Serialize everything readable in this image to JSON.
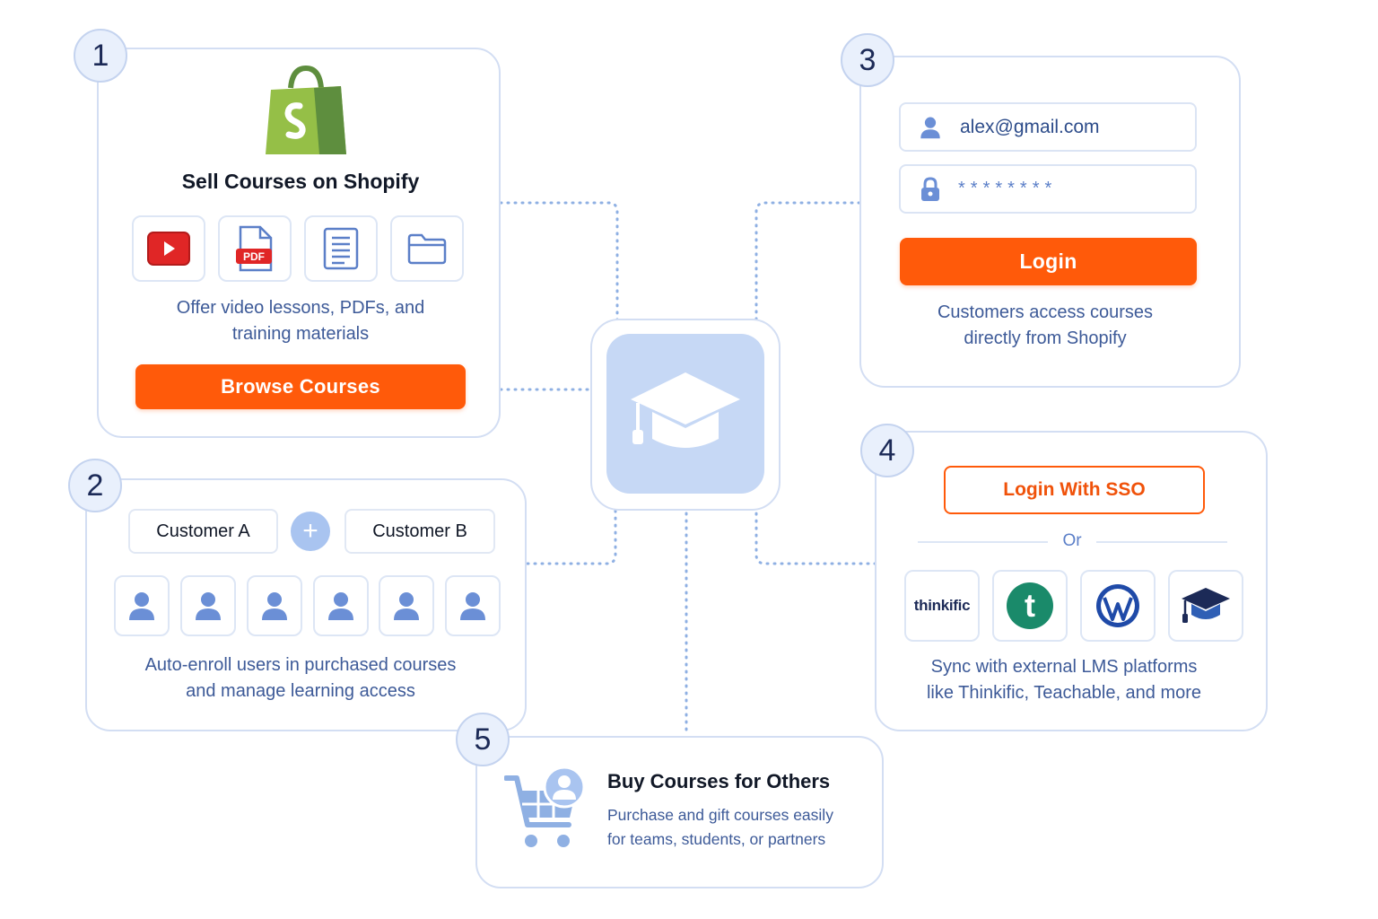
{
  "steps": [
    {
      "number": "1"
    },
    {
      "number": "2"
    },
    {
      "number": "3"
    },
    {
      "number": "4"
    },
    {
      "number": "5"
    }
  ],
  "colors": {
    "accent_orange": "#ff5a0a",
    "primary_blue": "#5b7fc8",
    "card_border": "#d3def3",
    "connector": "#8fb0e3",
    "center_tile": "#c6d8f5"
  },
  "center": {
    "icon": "graduation-cap-icon"
  },
  "card1": {
    "title": "Sell Courses on Shopify",
    "icons": [
      "youtube-icon",
      "pdf-icon",
      "document-icon",
      "folder-icon"
    ],
    "pdf_label": "PDF",
    "description_line1": "Offer video lessons, PDFs, and",
    "description_line2": "training materials",
    "button_label": "Browse Courses"
  },
  "card2": {
    "customer_a": "Customer A",
    "customer_b": "Customer B",
    "plus_symbol": "+",
    "user_icon_count": 6,
    "description_line1": "Auto-enroll users in purchased courses",
    "description_line2": "and manage learning access"
  },
  "card3": {
    "email_value": "alex@gmail.com",
    "password_value": "********",
    "login_button": "Login",
    "description_line1": "Customers access courses",
    "description_line2": "directly from Shopify"
  },
  "card4": {
    "sso_button": "Login With SSO",
    "or_label": "Or",
    "platforms": [
      "thinkific",
      "teachable",
      "wordpress",
      "lms"
    ],
    "thinkific_label": "thinkific",
    "teachable_letter": "t",
    "description_line1": "Sync with external LMS platforms",
    "description_line2": "like Thinkific, Teachable, and more"
  },
  "card5": {
    "title": "Buy Courses for Others",
    "description_line1": "Purchase and gift courses easily",
    "description_line2": "for teams, students, or partners"
  }
}
